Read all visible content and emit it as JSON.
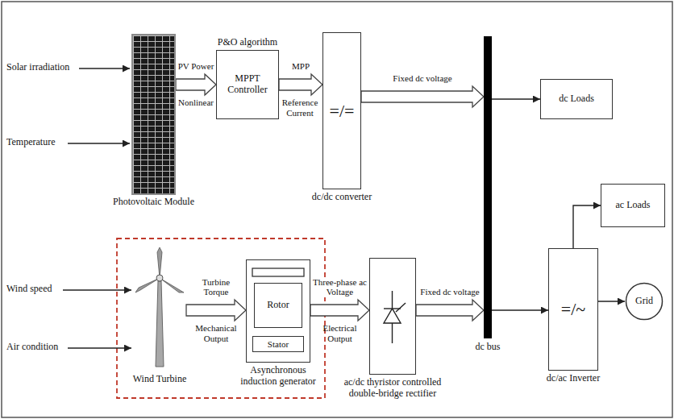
{
  "diagram": {
    "nodes": [
      {
        "text": [
          "Photovoltaic Module"
        ]
      },
      {
        "text": [
          "P&O algorithm",
          "MPPT Controller"
        ]
      },
      {
        "text": [
          "=/=",
          "dc/dc converter"
        ]
      },
      {
        "text": [
          "dc bus"
        ]
      },
      {
        "text": [
          "dc Loads"
        ]
      },
      {
        "text": [
          "Wind Turbine"
        ]
      },
      {
        "text": [
          "Asynchronous induction generator"
        ]
      },
      {
        "text": [
          "Rotor"
        ],
        "in": 6
      },
      {
        "text": [
          "Stator"
        ],
        "in": 6
      },
      {
        "text": [
          "ac/dc thyristor controlled double-bridge rectifier"
        ]
      },
      {
        "text": [
          "=/~",
          "dc/ac Inverter"
        ]
      },
      {
        "text": [
          "ac Loads"
        ]
      },
      {
        "text": [
          "Grid"
        ]
      }
    ],
    "edges": [
      {
        "from": 0,
        "to": 1,
        "arrow": "to",
        "label": "PV Power"
      },
      {
        "from": 1,
        "to": 2,
        "arrow": "to",
        "label": "MPP"
      },
      {
        "from": 2,
        "to": 3,
        "arrow": "to",
        "label": "Fixed dc voltage"
      },
      {
        "from": 3,
        "to": 4,
        "arrow": "to"
      },
      {
        "from": 5,
        "to": 6,
        "arrow": "to",
        "label": "Turbine Torque"
      },
      {
        "from": 6,
        "to": 9,
        "arrow": "to",
        "label": "Three-phase ac Voltage"
      },
      {
        "from": 9,
        "to": 3,
        "arrow": "to",
        "label": "Fixed dc voltage"
      },
      {
        "from": 3,
        "to": 10,
        "arrow": "to"
      },
      {
        "from": 10,
        "to": 11,
        "arrow": "to"
      },
      {
        "from": 10,
        "to": 12,
        "arrow": "to"
      }
    ],
    "labels": [
      "Solar irradiation",
      "Temperature",
      "Wind speed",
      "Air condition",
      "Nonlinear",
      "Reference Current",
      "Mechanical Output",
      "Electrical Output"
    ]
  }
}
